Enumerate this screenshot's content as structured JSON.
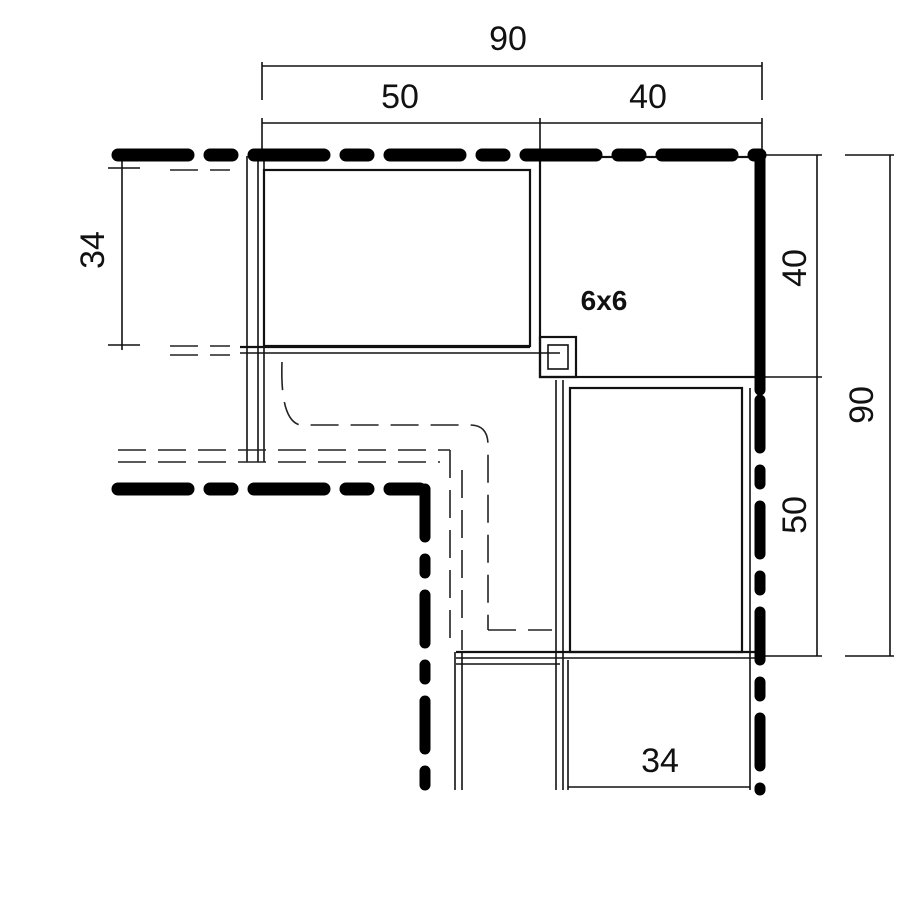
{
  "dimensions": {
    "top_total": "90",
    "top_left": "50",
    "top_right": "40",
    "left_depth": "34",
    "right_upper": "40",
    "right_lower": "50",
    "right_total": "90",
    "bottom_depth": "34"
  },
  "post_label": "6x6"
}
